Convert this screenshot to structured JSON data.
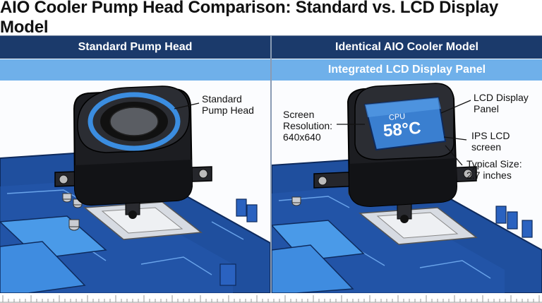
{
  "title": "AIO Cooler Pump Head Comparison: Standard vs. LCD Display Model",
  "left": {
    "header": "Standard Pump Head",
    "label_line1": "Standard",
    "label_line2": "Pump Head"
  },
  "right": {
    "header": "Identical AIO Cooler Model",
    "subheader": "Integrated LCD Display Panel",
    "screen_label": "CPU",
    "screen_value": "58°C",
    "labels": {
      "lcd_line1": "LCD Display",
      "lcd_line2": "Panel",
      "ips_line1": "IPS LCD",
      "ips_line2": "screen",
      "size_line1": "Typical Size:",
      "size_line2": "2.7 inches",
      "res_line1": "Screen",
      "res_line2": "Resolution:",
      "res_line3": "640x640"
    }
  },
  "colors": {
    "header_dark": "#1b3a6b",
    "header_light": "#6fb0ea",
    "board": "#1f4f9e",
    "pump_body": "#1c1d21",
    "accent_ring": "#3b8de0",
    "screen": "#3a7fd0"
  }
}
